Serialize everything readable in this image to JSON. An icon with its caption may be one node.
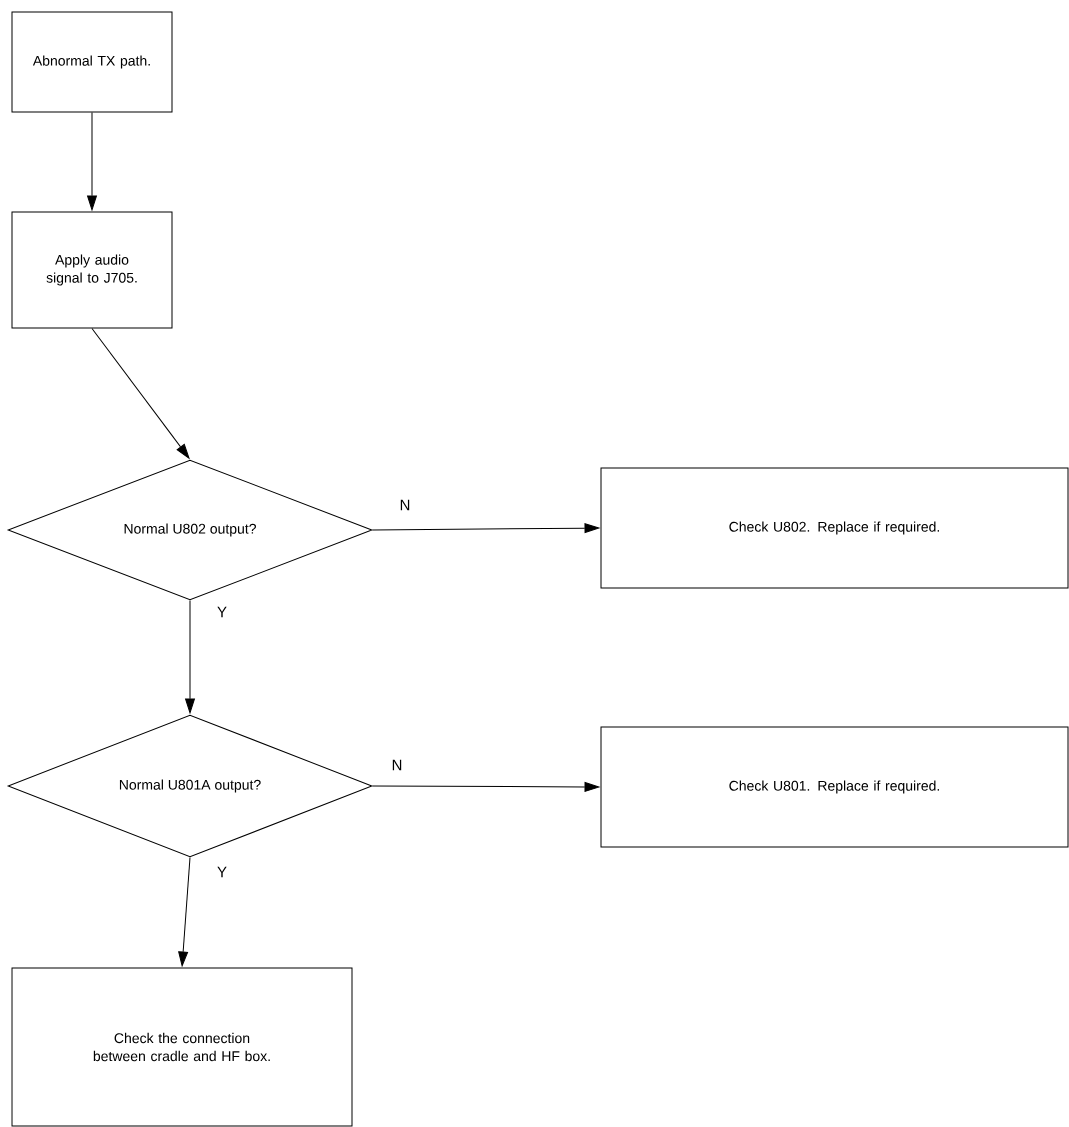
{
  "diagram": {
    "nodes": [
      {
        "text": [
          "Abnormal TX path."
        ]
      },
      {
        "text": [
          "Apply audio signal to J705."
        ]
      },
      {
        "text": [
          "Normal U802 output?"
        ]
      },
      {
        "text": [
          "Check U802. Replace if required."
        ]
      },
      {
        "text": [
          "Normal U801A output?"
        ]
      },
      {
        "text": [
          "Check U801. Replace if required."
        ]
      },
      {
        "text": [
          "Check the connection between cradle and HF box."
        ]
      }
    ],
    "edges": [
      {
        "from": 0,
        "to": 1,
        "arrow": "to"
      },
      {
        "from": 1,
        "to": 2,
        "arrow": "to"
      },
      {
        "from": 2,
        "to": 3,
        "arrow": "to",
        "label": "N"
      },
      {
        "from": 2,
        "to": 4,
        "arrow": "to",
        "label": "Y"
      },
      {
        "from": 4,
        "to": 5,
        "arrow": "to",
        "label": "N"
      },
      {
        "from": 4,
        "to": 6,
        "arrow": "to",
        "label": "Y"
      }
    ]
  }
}
